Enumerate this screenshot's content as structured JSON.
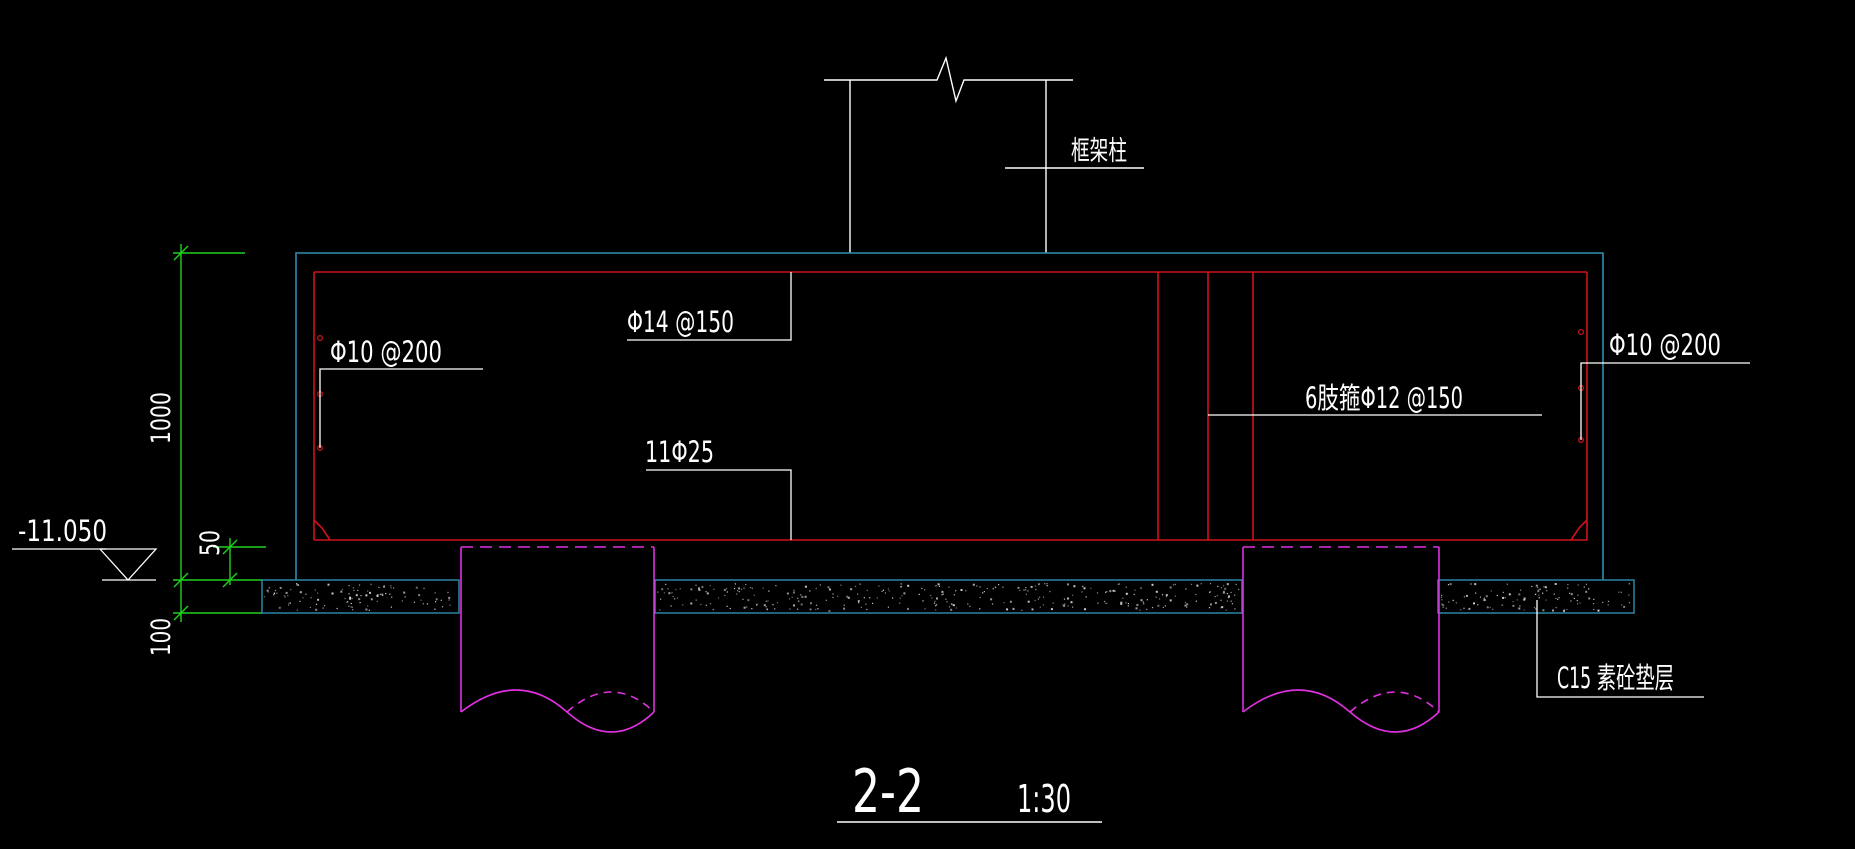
{
  "colors": {
    "background": "#000000",
    "outline": "#2f8fb0",
    "rebar": "#d0121b",
    "dimension": "#1fd11f",
    "pile": "#e030e0",
    "leader": "#ffffff",
    "speckle": "#cfd8dc"
  },
  "labels": {
    "column": "框架柱",
    "top_bar": "Φ14 @150",
    "side_bar_left": "Φ10 @200",
    "side_bar_right": "Φ10 @200",
    "stirrup": "6肢箍Φ12 @150",
    "bottom_bar": "11Φ25",
    "cushion": "C15 素砼垫层",
    "elevation": "-11.050"
  },
  "dimensions": {
    "height": "1000",
    "cover": "50",
    "cushion": "100"
  },
  "title": {
    "section": "2-2",
    "scale": "1:30"
  }
}
